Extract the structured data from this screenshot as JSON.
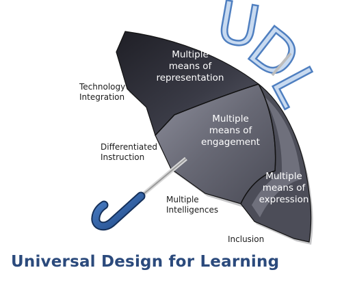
{
  "title": "Universal Design for Learning",
  "logo": {
    "letters": [
      "U",
      "D",
      "L"
    ]
  },
  "umbrella_panels": [
    {
      "line1": "Multiple",
      "line2": "means of",
      "line3": "representation"
    },
    {
      "line1": "Multiple",
      "line2": "means of",
      "line3": "engagement"
    },
    {
      "line1": "Multiple",
      "line2": "means of",
      "line3": "expression"
    }
  ],
  "side_labels": [
    {
      "line1": "Technology",
      "line2": "Integration"
    },
    {
      "line1": "Differentiated",
      "line2": "Instruction"
    },
    {
      "line1": "Multiple",
      "line2": "Intelligences"
    },
    {
      "line1": "Inclusion",
      "line2": ""
    }
  ],
  "colors": {
    "canopy_dark": "#2d2d36",
    "canopy_mid": "#4a4b58",
    "canopy_light": "#80818e",
    "handle_blue": "#2d5fa5",
    "title_blue": "#2b4a7c",
    "logo_fill": "#c8daf0",
    "logo_stroke": "#4f7fc0"
  }
}
